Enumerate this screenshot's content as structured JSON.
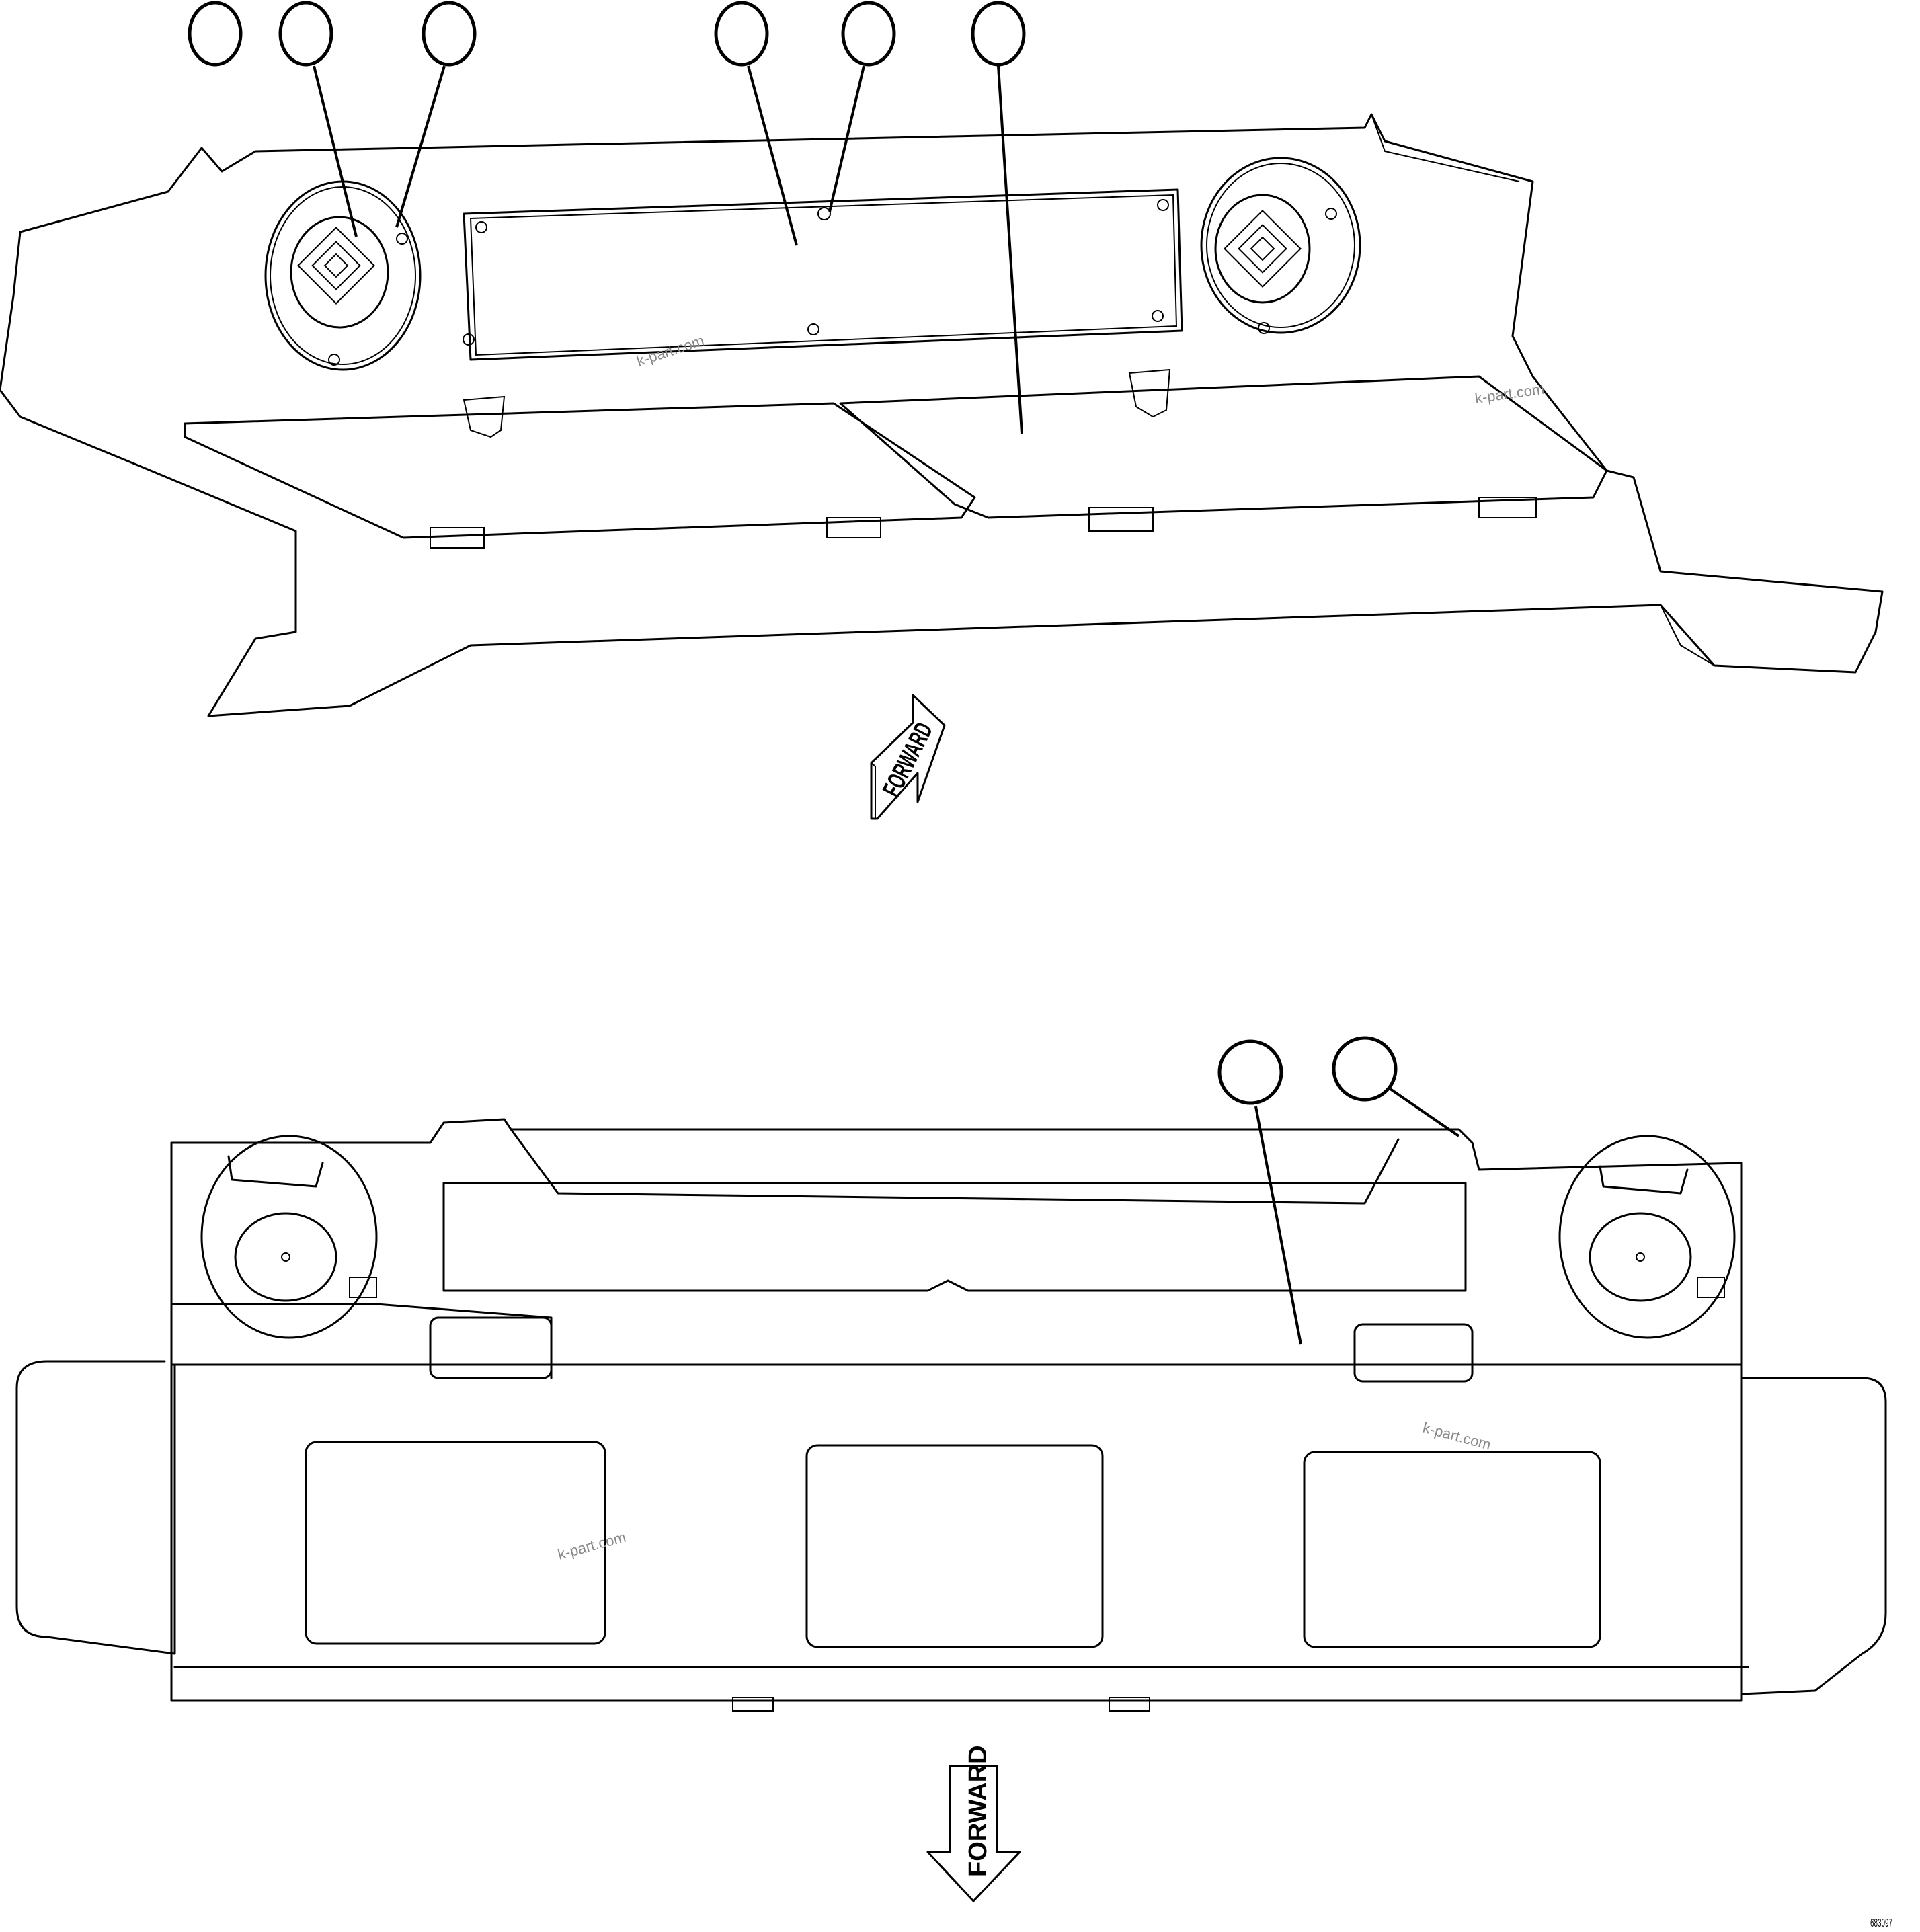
{
  "diagram": {
    "type": "parts-illustration",
    "top_view": {
      "callouts": [
        {
          "id": "c1",
          "label": ""
        },
        {
          "id": "c2",
          "label": ""
        },
        {
          "id": "c3",
          "label": ""
        },
        {
          "id": "c4",
          "label": ""
        },
        {
          "id": "c5",
          "label": ""
        },
        {
          "id": "c6",
          "label": ""
        }
      ],
      "direction_arrow": "FORWARD",
      "watermarks": [
        "k-part.com",
        "k-part.com"
      ]
    },
    "bottom_view": {
      "callouts": [
        {
          "id": "c7",
          "label": ""
        },
        {
          "id": "c8",
          "label": ""
        }
      ],
      "direction_arrow": "FORWARD",
      "watermarks": [
        "k-part.com",
        "k-part.com"
      ]
    },
    "figure_number": "683097"
  }
}
